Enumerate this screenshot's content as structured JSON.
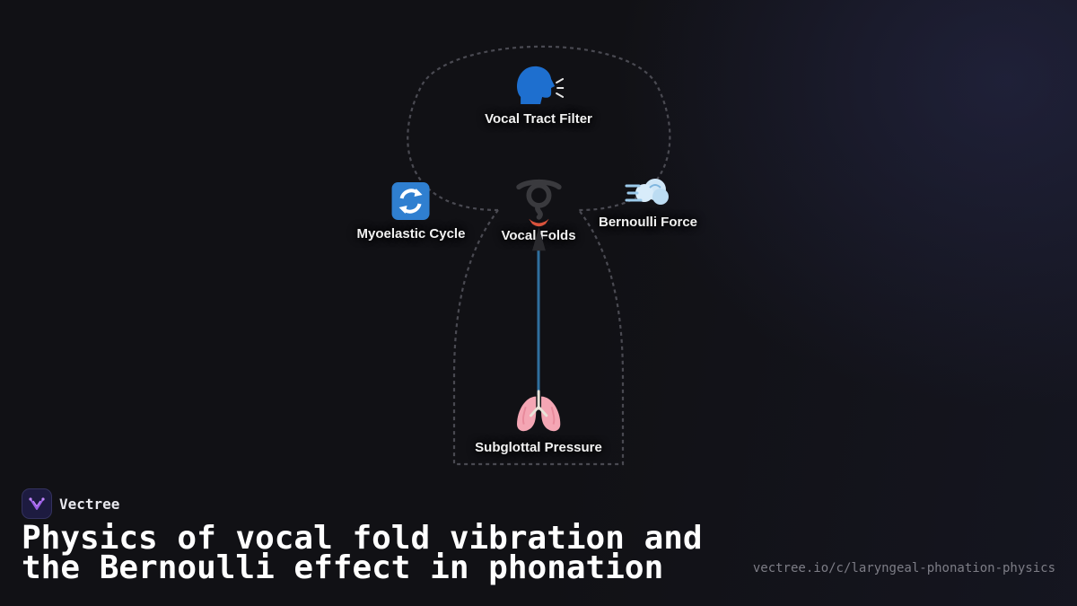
{
  "diagram": {
    "nodes": [
      {
        "id": "vocal-tract-filter",
        "label": "Vocal Tract Filter",
        "icon": "speaking-head-icon"
      },
      {
        "id": "myoelastic-cycle",
        "label": "Myoelastic Cycle",
        "icon": "cycle-arrows-icon"
      },
      {
        "id": "vocal-folds",
        "label": "Vocal Folds",
        "icon": "vocal-folds-icon"
      },
      {
        "id": "bernoulli-force",
        "label": "Bernoulli Force",
        "icon": "wind-puff-icon"
      },
      {
        "id": "subglottal-pressure",
        "label": "Subglottal Pressure",
        "icon": "lungs-icon"
      }
    ],
    "edges": [
      {
        "from": "subglottal-pressure",
        "to": "vocal-folds"
      }
    ]
  },
  "footer": {
    "brand": "Vectree",
    "title": "Physics of vocal fold vibration and the Bernoulli effect in phonation",
    "url": "vectree.io/c/laryngeal-phonation-physics"
  },
  "colors": {
    "background": "#111115",
    "edge": "#2f6f9e",
    "outline": "#4a4a52",
    "logo_bg": "#1d1b40"
  }
}
